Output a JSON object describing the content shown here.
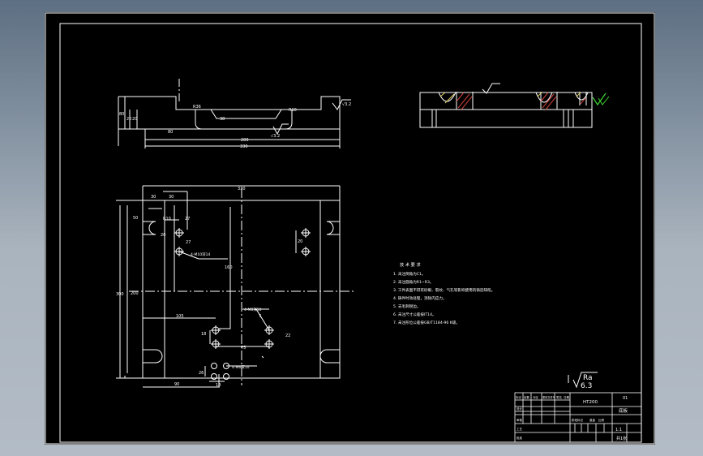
{
  "drawing": {
    "top_view_dims": {
      "d_80": "80",
      "d_20a": "20",
      "d_20b": "20",
      "d_r36": "R36",
      "d_38": "38",
      "d_80b": "80",
      "d_r10": "R10",
      "d_280": "280",
      "d_330": "330",
      "roughness_left": "√3.2",
      "roughness_right": "√3.2"
    },
    "plan_dims": {
      "d_330": "330",
      "d_30a": "30",
      "d_30b": "30",
      "d_50": "50",
      "d_r10": "R10",
      "d_27a": "27",
      "d_27b": "27",
      "d_20": "20",
      "d_m10": "4-M10深14",
      "d_160": "160",
      "d_300": "300",
      "d_200": "200",
      "d_105": "105",
      "d_20b": "20",
      "d_m8": "4-M8深10",
      "d_18": "18",
      "d_75": "75",
      "d_m6": "4-M6深10",
      "d_22": "22",
      "d_90": "90",
      "d_14": "14",
      "d_26": "26"
    },
    "notes": {
      "heading": "技 术 要 求",
      "lines": [
        "1. 未注倒角为C1。",
        "2. 未注圆角为R1~R3。",
        "3. 工件表面不得有砂眼、裂纹、气孔等影响使用的铸造缺陷。",
        "4. 铸件时效处理，消除内应力。",
        "5. 去毛刺锐边。",
        "6. 未注尺寸公差按IT14。",
        "7. 未注形位公差按GB/T1184-96 K级。"
      ]
    },
    "roughness": {
      "symbol": "Ra",
      "value": "6.3"
    },
    "title_block": {
      "material": "HT200",
      "part_name": "底板",
      "drawing_no": "01",
      "scale": "1:1",
      "sheet": "共1张",
      "cells": [
        "标记",
        "处数",
        "分区",
        "更改文件号",
        "签名",
        "日期",
        "设计",
        "审核",
        "工艺",
        "批准",
        "阶段标记",
        "重量",
        "比例"
      ]
    }
  }
}
